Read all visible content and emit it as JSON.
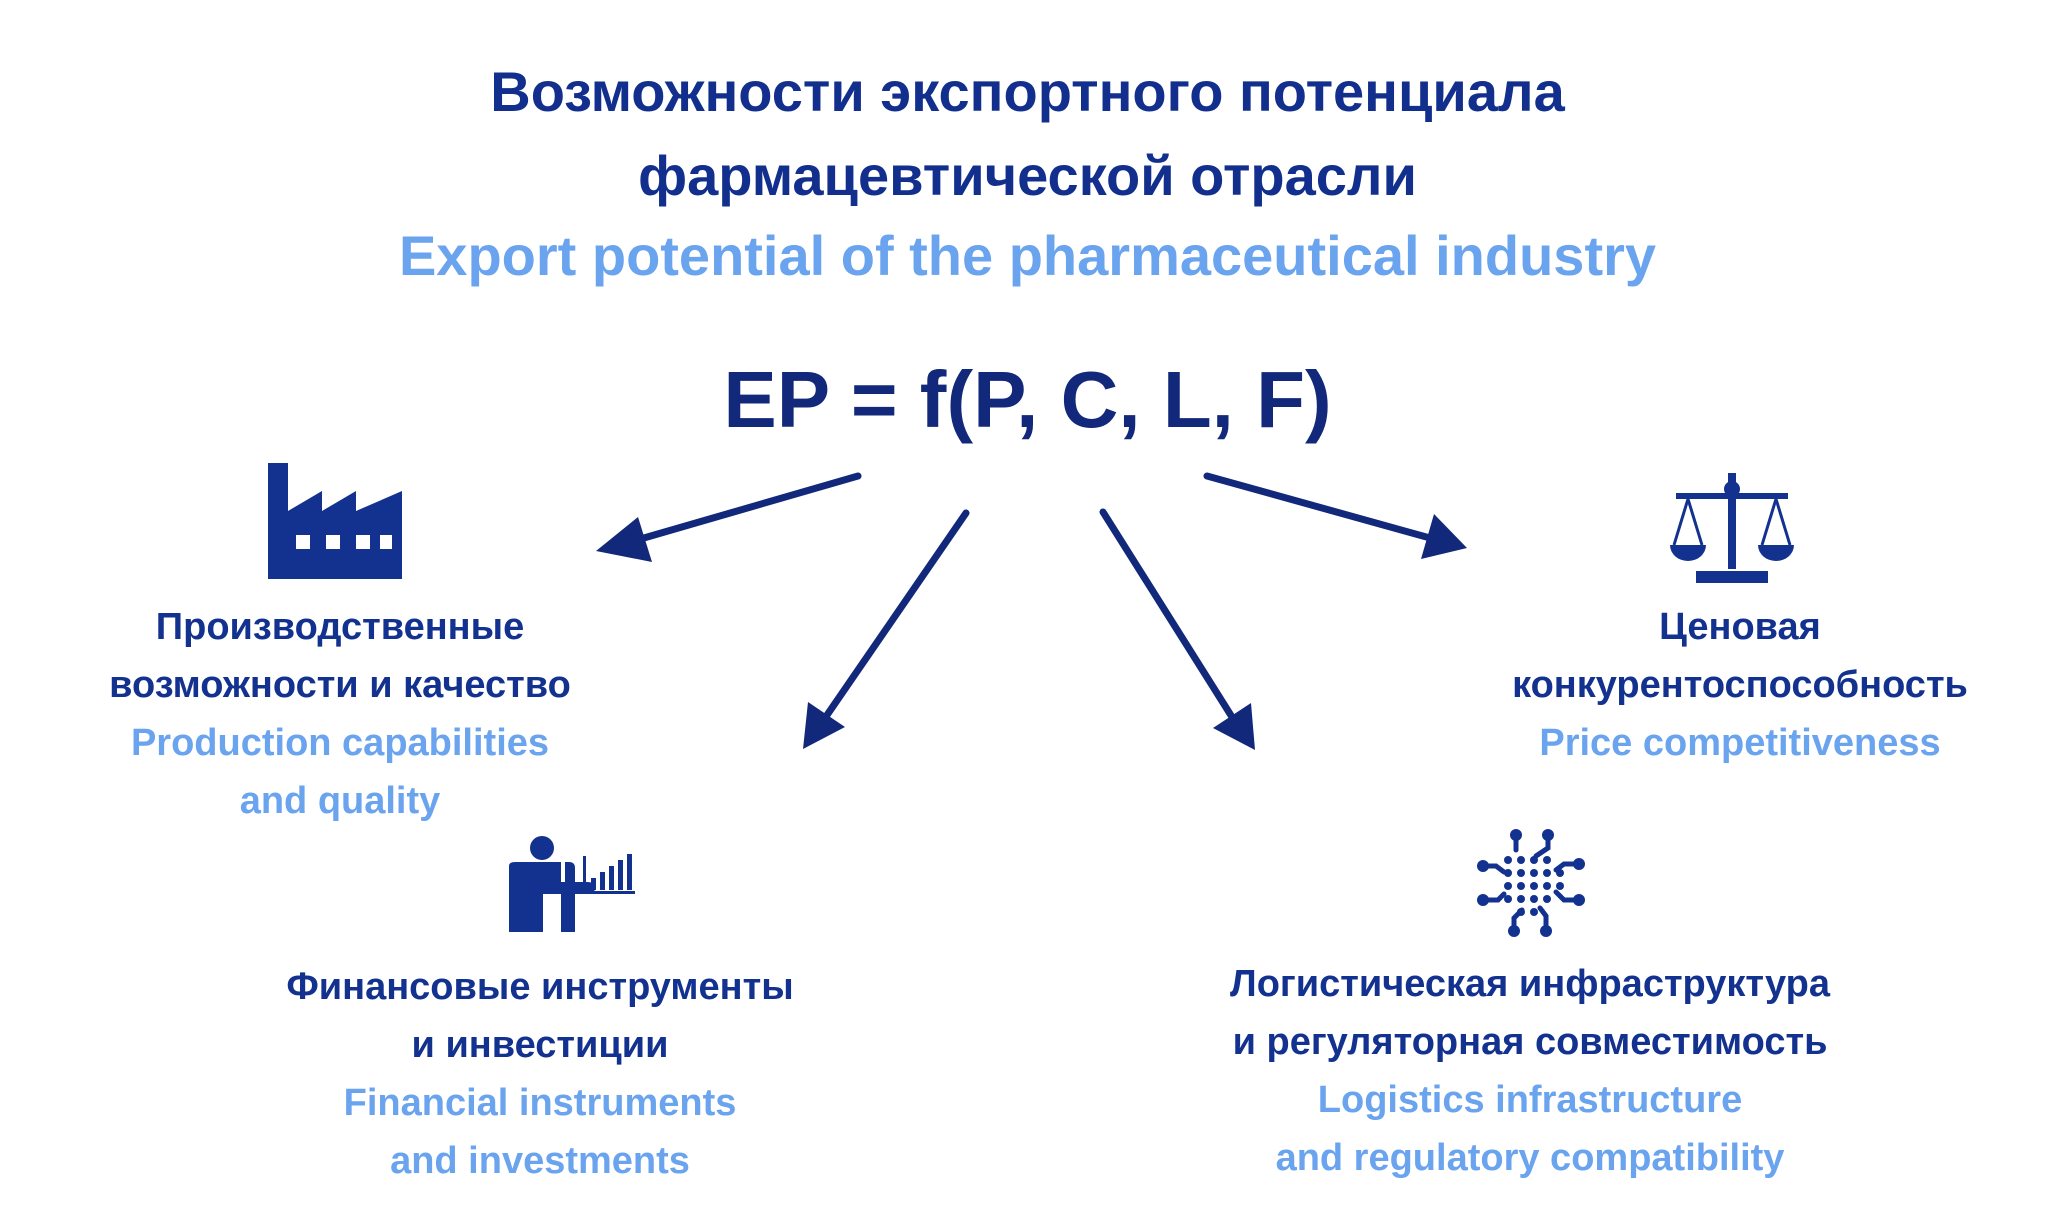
{
  "title": {
    "ru_line1": "Возможности экспортного потенциала",
    "ru_line2": "фармацевтической отрасли",
    "en": "Export potential of the pharmaceutical industry"
  },
  "formula": "EP = f(P, C, L, F)",
  "factors": {
    "production": {
      "icon": "factory-icon",
      "ru_line1": "Производственные",
      "ru_line2": "возможности и качество",
      "en_line1": "Production capabilities",
      "en_line2": "and quality"
    },
    "price": {
      "icon": "scales-icon",
      "ru_line1": "Ценовая",
      "ru_line2": "конкурентоспособность",
      "en_line1": "Price competitiveness"
    },
    "finance": {
      "icon": "presenter-chart-icon",
      "ru_line1": "Финансовые инструменты",
      "ru_line2": "и инвестиции",
      "en_line1": "Financial instruments",
      "en_line2": "and investments"
    },
    "logistics": {
      "icon": "network-chip-icon",
      "ru_line1": "Логистическая инфраструктура",
      "ru_line2": "и регуляторная совместимость",
      "en_line1": "Logistics infrastructure",
      "en_line2": "and regulatory compatibility"
    }
  },
  "colors": {
    "dark_blue": "#122f8e",
    "light_blue": "#6aa3ee"
  }
}
